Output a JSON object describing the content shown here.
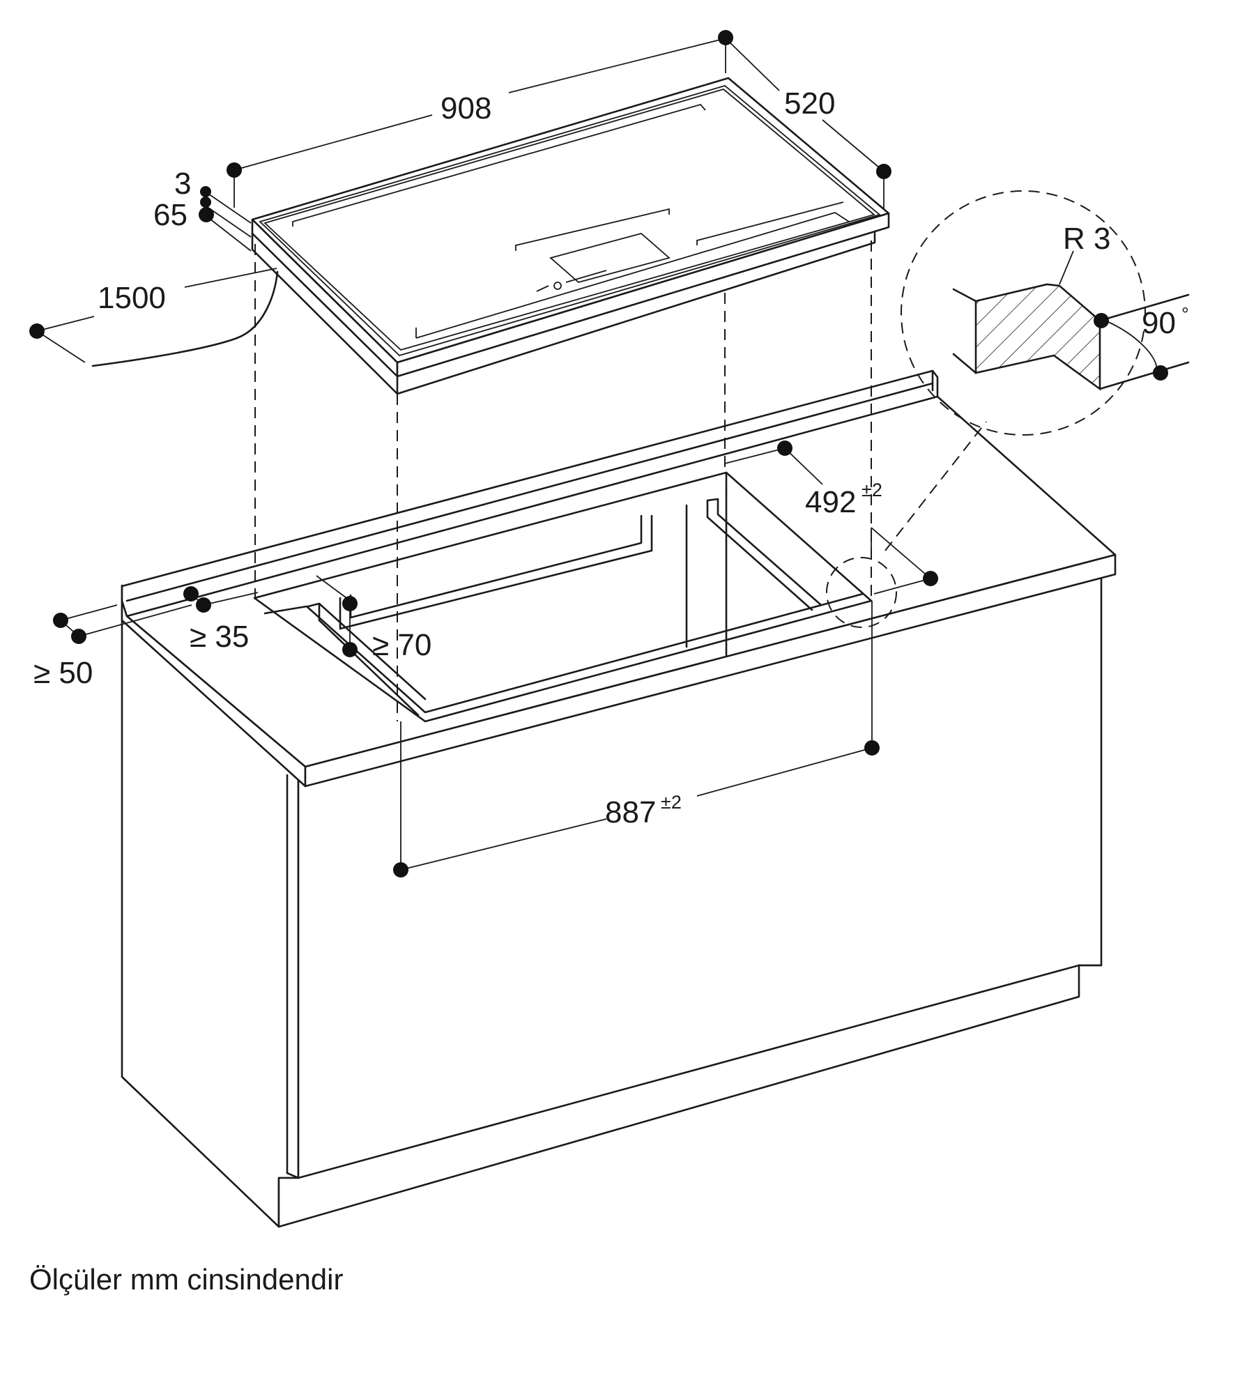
{
  "dimensions": {
    "hob_width": "908",
    "hob_depth": "520",
    "frame_edge": "3",
    "hob_height": "65",
    "cable_length": "1500",
    "cutout_depth": "492",
    "cutout_depth_tol": "±2",
    "cutout_width": "887",
    "cutout_width_tol": "±2",
    "min_front_gap": "≥ 50",
    "min_wall_gap": "≥ 35",
    "min_side_gap": "≥ 70"
  },
  "detail": {
    "radius": "R 3",
    "angle": "90",
    "angle_unit": "°"
  },
  "footnote": "Ölçüler mm cinsindendir"
}
